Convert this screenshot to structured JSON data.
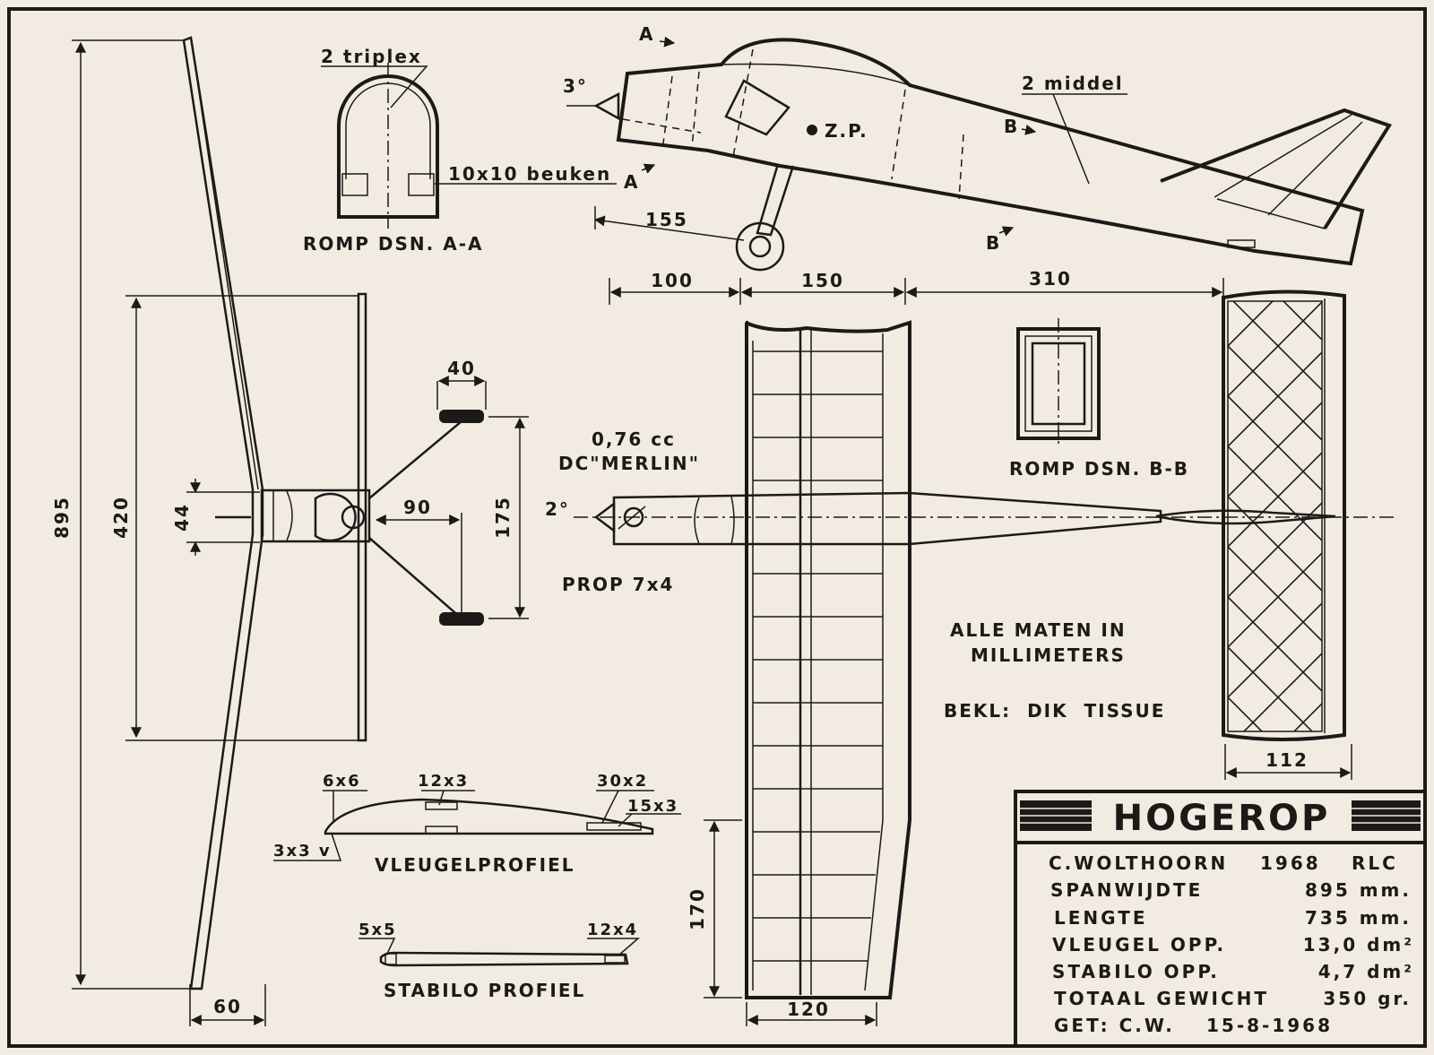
{
  "title": "HOGEROP",
  "sections": {
    "romp_a": "ROMP DSN. A-A",
    "romp_b": "ROMP DSN. B-B",
    "vleugel": "VLEUGELPROFIEL",
    "stabilo": "STABILO PROFIEL"
  },
  "notes": {
    "alle_maten_1": "ALLE MATEN IN",
    "alle_maten_2": "MILLIMETERS",
    "bekl": "BEKL:  DIK  TISSUE",
    "engine_cc": "0,76 cc",
    "engine_name": "DC\"MERLIN\"",
    "prop": "PROP  7x4",
    "zp": "Z.P.",
    "triplex": "2 triplex",
    "beuken": "10x10 beuken",
    "middel": "2 middel",
    "angle_side": "3°",
    "angle_top": "2°",
    "sec_a1": "A",
    "sec_a2": "A",
    "sec_b1": "B",
    "sec_b2": "B"
  },
  "dimensions": {
    "span": "895",
    "tail_span": "420",
    "d44": "44",
    "d60": "60",
    "d40": "40",
    "d90": "90",
    "d175": "175",
    "d155": "155",
    "d100": "100",
    "d150": "150",
    "d310": "310",
    "d170": "170",
    "d120": "120",
    "d112": "112",
    "w6x6": "6x6",
    "w12x3": "12x3",
    "w30x2": "30x2",
    "w15x3": "15x3",
    "w3x3v": "3x3 v",
    "s5x5": "5x5",
    "s12x4": "12x4"
  },
  "specs": {
    "author": "C.WOLTHOORN",
    "year": "1968",
    "club": "RLC",
    "rows": [
      {
        "label": "SPANWIJDTE",
        "value": "895 mm."
      },
      {
        "label": "LENGTE",
        "value": "735 mm."
      },
      {
        "label": "VLEUGEL OPP.",
        "value": "13,0 dm²"
      },
      {
        "label": "STABILO OPP.",
        "value": "4,7 dm²"
      },
      {
        "label": "TOTAAL GEWICHT",
        "value": "350 gr."
      }
    ],
    "drawn_by": "GET: C.W.",
    "date": "15-8-1968"
  },
  "colors": {
    "paper": "#f1ebe2",
    "ink": "#1c1a18"
  }
}
